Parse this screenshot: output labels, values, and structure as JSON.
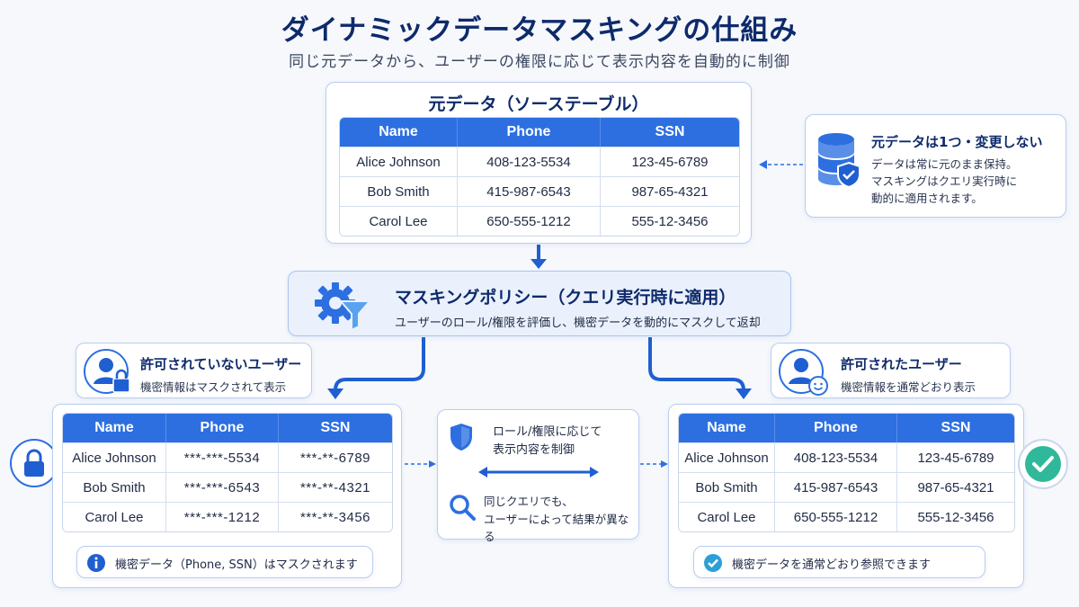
{
  "title": "ダイナミックデータマスキングの仕組み",
  "subtitle": "同じ元データから、ユーザーの権限に応じて表示内容を自動的に制御",
  "source": {
    "title": "元データ（ソーステーブル）",
    "columns": [
      "Name",
      "Phone",
      "SSN"
    ],
    "rows": [
      [
        "Alice Johnson",
        "408-123-5534",
        "123-45-6789"
      ],
      [
        "Bob Smith",
        "415-987-6543",
        "987-65-4321"
      ],
      [
        "Carol Lee",
        "650-555-1212",
        "555-12-3456"
      ]
    ]
  },
  "source_note": {
    "title": "元データは1つ・変更しない",
    "lines": [
      "データは常に元のまま保持。",
      "マスキングはクエリ実行時に",
      "動的に適用されます。"
    ]
  },
  "policy": {
    "title": "マスキングポリシー（クエリ実行時に適用）",
    "desc": "ユーザーのロール/権限を評価し、機密データを動的にマスクして返却"
  },
  "unauthorized": {
    "label_title": "許可されていないユーザー",
    "label_desc": "機密情報はマスクされて表示",
    "columns": [
      "Name",
      "Phone",
      "SSN"
    ],
    "rows": [
      [
        "Alice Johnson",
        "***-***-5534",
        "***-**-6789"
      ],
      [
        "Bob Smith",
        "***-***-6543",
        "***-**-4321"
      ],
      [
        "Carol Lee",
        "***-***-1212",
        "***-**-3456"
      ]
    ],
    "footer": "機密データ（Phone, SSN）はマスクされます"
  },
  "authorized": {
    "label_title": "許可されたユーザー",
    "label_desc": "機密情報を通常どおり表示",
    "columns": [
      "Name",
      "Phone",
      "SSN"
    ],
    "rows": [
      [
        "Alice Johnson",
        "408-123-5534",
        "123-45-6789"
      ],
      [
        "Bob Smith",
        "415-987-6543",
        "987-65-4321"
      ],
      [
        "Carol Lee",
        "650-555-1212",
        "555-12-3456"
      ]
    ],
    "footer": "機密データを通常どおり参照できます"
  },
  "middle": {
    "line1": "ロール/権限に応じて",
    "line2": "表示内容を制御",
    "line3": "同じクエリでも、",
    "line4": "ユーザーによって結果が異なる"
  },
  "colors": {
    "primary": "#2d6fe0",
    "dark": "#0e2a6b",
    "masked_text": "#1f5fd1",
    "success": "#2fb89a"
  },
  "icons": [
    "database-shield-icon",
    "gear-filter-icon",
    "user-lock-icon",
    "user-smile-icon",
    "lock-icon",
    "check-circle-icon",
    "shield-icon",
    "search-icon",
    "info-icon"
  ]
}
